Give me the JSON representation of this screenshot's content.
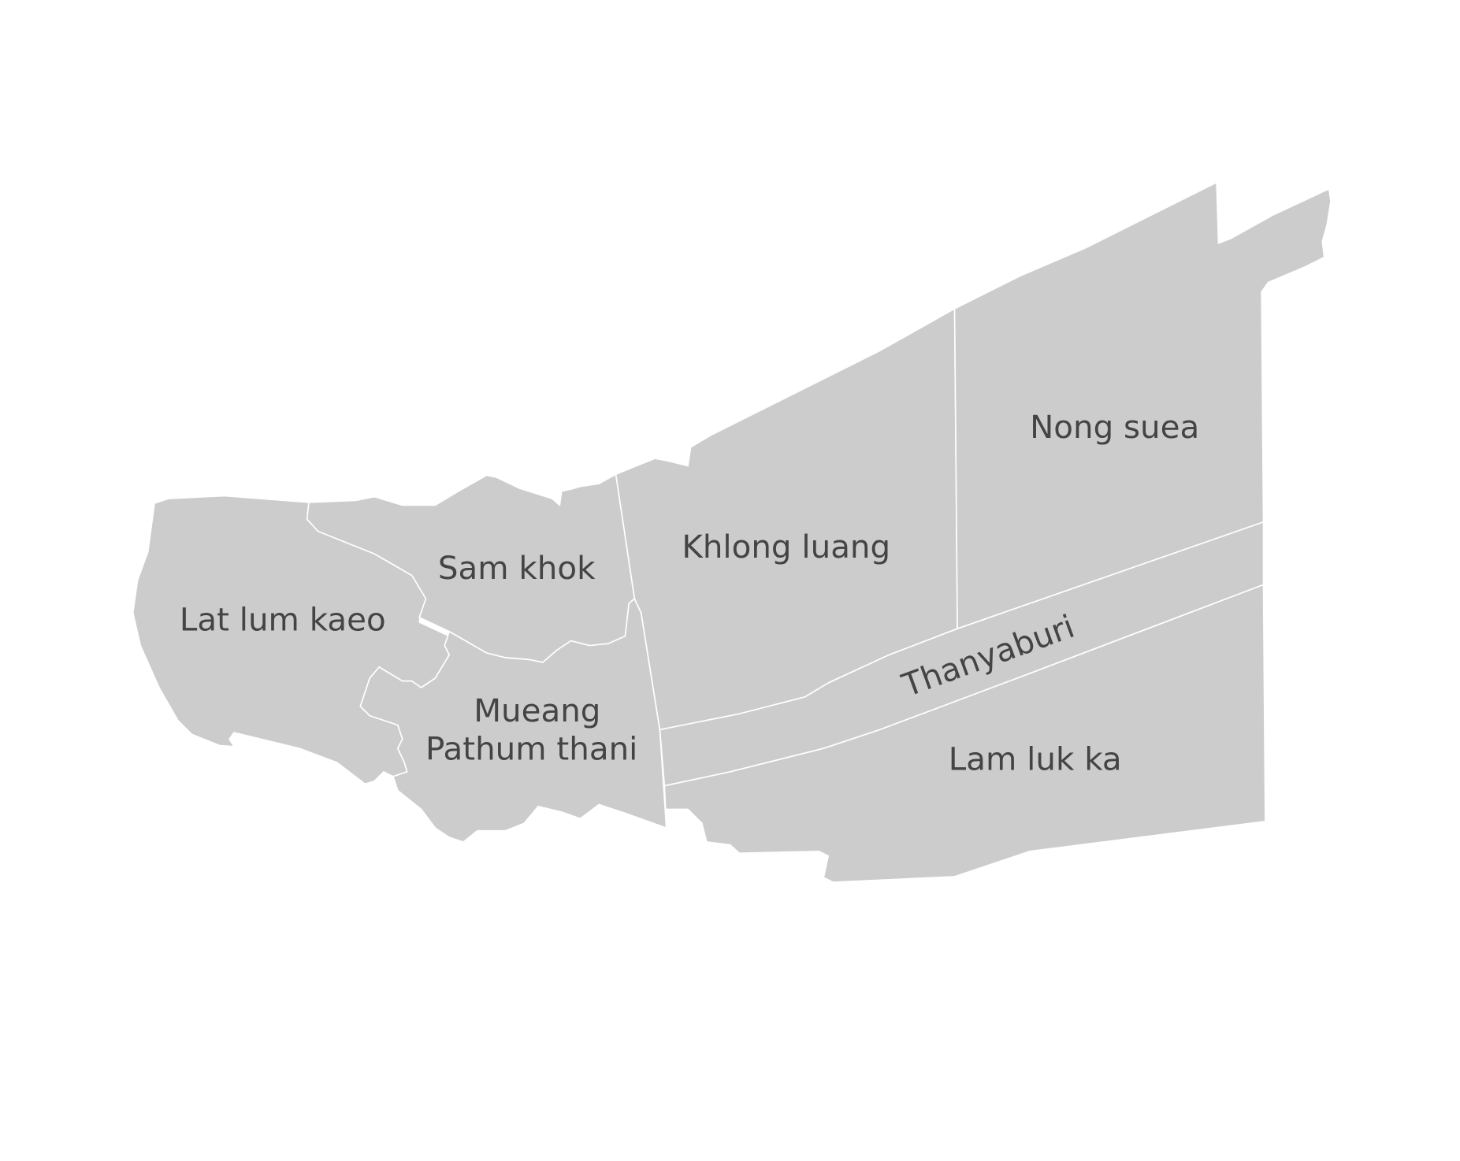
{
  "map": {
    "fill_color": "#cccccc",
    "border_color": "#ffffff",
    "label_color": "#444444",
    "districts": [
      {
        "id": "lat-lum-kaeo",
        "label": "Lat lum kaeo"
      },
      {
        "id": "sam-khok",
        "label": "Sam khok"
      },
      {
        "id": "mueang-pathum-thani",
        "label_line1": "Mueang",
        "label_line2": "Pathum thani"
      },
      {
        "id": "khlong-luang",
        "label": "Khlong luang"
      },
      {
        "id": "nong-suea",
        "label": "Nong suea"
      },
      {
        "id": "thanyaburi",
        "label": "Thanyaburi"
      },
      {
        "id": "lam-luk-ka",
        "label": "Lam luk ka"
      }
    ]
  }
}
